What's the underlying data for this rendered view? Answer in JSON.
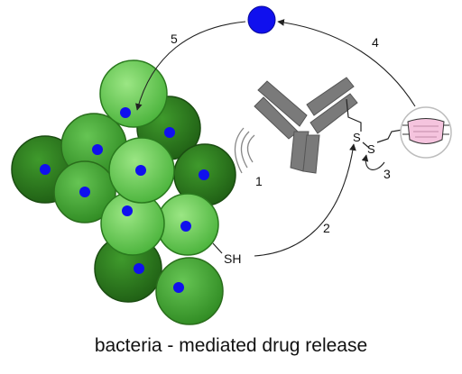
{
  "caption": "bacteria - mediated drug release",
  "labels": {
    "sh": "SH",
    "s1": "S",
    "s2": "S"
  },
  "steps": [
    "1",
    "2",
    "3",
    "4",
    "5"
  ],
  "colors": {
    "drug": "#1010ee",
    "bacteria_dark": "#2e7d1f",
    "bacteria_mid": "#4caf3c",
    "bacteria_light": "#7fd86a",
    "antibody": "#7a7a7a",
    "cap": "#f5c4de"
  }
}
